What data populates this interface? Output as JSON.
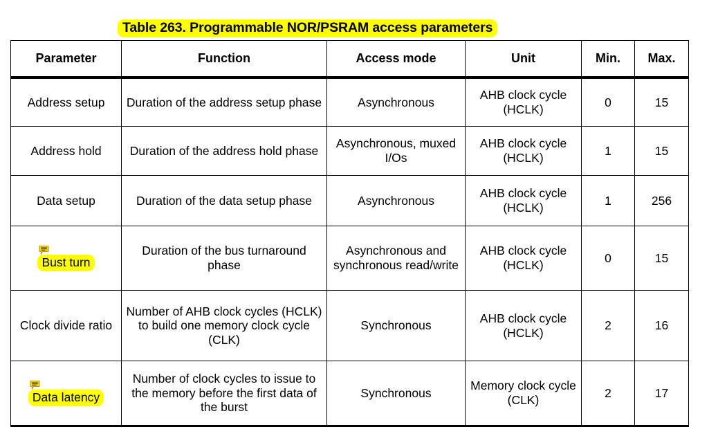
{
  "page": {
    "top_clipped_text": "",
    "background_color": "#ffffff",
    "text_color": "#000000",
    "highlight_color": "#ffff00"
  },
  "caption": {
    "text": "Table 263. Programmable NOR/PSRAM access parameters",
    "highlighted": true
  },
  "table": {
    "headers": [
      "Parameter",
      "Function",
      "Access mode",
      "Unit",
      "Min.",
      "Max."
    ],
    "rows": [
      {
        "parameter": "Address setup",
        "function": "Duration of the address setup phase",
        "access_mode": "Asynchronous",
        "unit": "AHB clock cycle (HCLK)",
        "min": "0",
        "max": "15",
        "highlighted": false,
        "has_comment": false
      },
      {
        "parameter": "Address hold",
        "function": "Duration of the address hold phase",
        "access_mode": "Asynchronous, muxed I/Os",
        "unit": "AHB clock cycle (HCLK)",
        "min": "1",
        "max": "15",
        "highlighted": false,
        "has_comment": false
      },
      {
        "parameter": "Data setup",
        "function": "Duration of the data setup phase",
        "access_mode": "Asynchronous",
        "unit": "AHB clock cycle (HCLK)",
        "min": "1",
        "max": "256",
        "highlighted": false,
        "has_comment": false
      },
      {
        "parameter": "Bust turn",
        "function": "Duration of the bus turnaround phase",
        "access_mode": "Asynchronous and synchronous read/write",
        "unit": "AHB clock cycle (HCLK)",
        "min": "0",
        "max": "15",
        "highlighted": true,
        "has_comment": true
      },
      {
        "parameter": "Clock divide ratio",
        "function": "Number of AHB clock cycles (HCLK) to build one memory clock cycle (CLK)",
        "access_mode": "Synchronous",
        "unit": "AHB clock cycle (HCLK)",
        "min": "2",
        "max": "16",
        "highlighted": false,
        "has_comment": false
      },
      {
        "parameter": "Data latency",
        "function": "Number of clock cycles to issue to the memory before the first data of the burst",
        "access_mode": "Synchronous",
        "unit": "Memory clock cycle (CLK)",
        "min": "2",
        "max": "17",
        "highlighted": true,
        "has_comment": true
      }
    ]
  },
  "icons": {
    "comment": "comment-icon"
  }
}
